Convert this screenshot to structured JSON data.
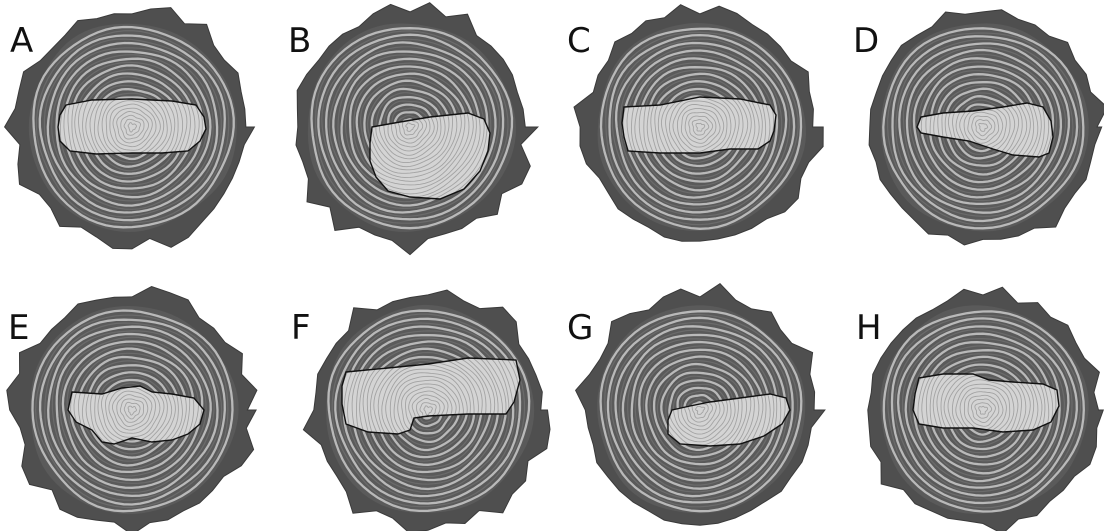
{
  "colors": {
    "background": "#ffffff",
    "bark": "#4f4f4f",
    "bark_edge": "#3a3a3a",
    "wood_dark_ring": "#5a5a5a",
    "wood_light_ring": "#b9b9b9",
    "sapwood_fill": "#d4d4d4",
    "outline": "#111111"
  },
  "panels": [
    {
      "id": "A",
      "label": "A",
      "region_shape": "elongated-centered"
    },
    {
      "id": "B",
      "label": "B",
      "region_shape": "shifted-below-pith"
    },
    {
      "id": "C",
      "label": "C",
      "region_shape": "elongated-centered"
    },
    {
      "id": "D",
      "label": "D",
      "region_shape": "tapered-left"
    },
    {
      "id": "E",
      "label": "E",
      "region_shape": "lobed-centered"
    },
    {
      "id": "F",
      "label": "F",
      "region_shape": "stepped-wide"
    },
    {
      "id": "G",
      "label": "G",
      "region_shape": "notched-low"
    },
    {
      "id": "H",
      "label": "H",
      "region_shape": "elongated-irregular"
    }
  ]
}
